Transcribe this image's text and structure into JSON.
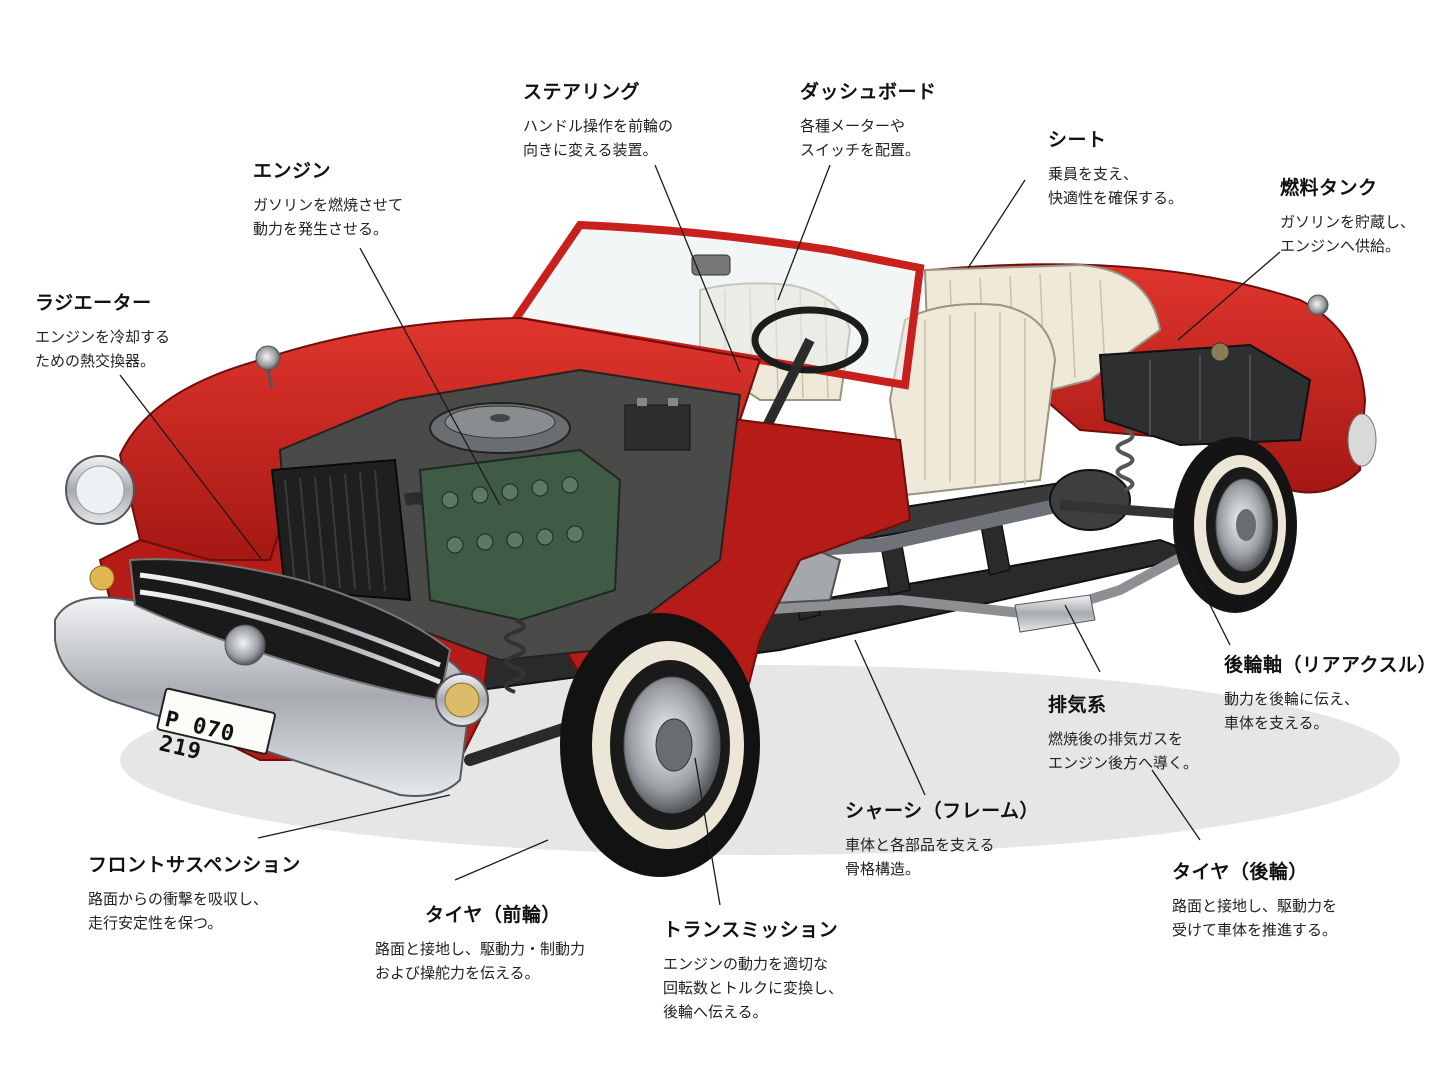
{
  "labels": {
    "steering": {
      "title": "ステアリング",
      "lines": [
        "ハンドル操作を前輪の",
        "向きに変える装置。"
      ]
    },
    "dashboard": {
      "title": "ダッシュボード",
      "lines": [
        "各種メーターや",
        "スイッチを配置。"
      ]
    },
    "seat": {
      "title": "シート",
      "lines": [
        "乗員を支え、",
        "快適性を確保する。"
      ]
    },
    "fuel_tank": {
      "title": "燃料タンク",
      "lines": [
        "ガソリンを貯蔵し、",
        "エンジンへ供給。"
      ]
    },
    "engine": {
      "title": "エンジン",
      "lines": [
        "ガソリンを燃焼させて",
        "動力を発生させる。"
      ]
    },
    "radiator": {
      "title": "ラジエーター",
      "lines": [
        "エンジンを冷却する",
        "ための熱交換器。"
      ]
    },
    "rear_axle": {
      "title": "後輪軸（リアアクスル）",
      "lines": [
        "動力を後輪に伝え、",
        "車体を支える。"
      ]
    },
    "exhaust": {
      "title": "排気系",
      "lines": [
        "燃焼後の排気ガスを",
        "エンジン後方へ導く。"
      ]
    },
    "chassis": {
      "title": "シャーシ（フレーム）",
      "lines": [
        "車体と各部品を支える",
        "骨格構造。"
      ]
    },
    "front_suspension": {
      "title": "フロントサスペンション",
      "lines": [
        "路面からの衝撃を吸収し、",
        "走行安定性を保つ。"
      ]
    },
    "front_tire": {
      "title": "タイヤ（前輪）",
      "lines": [
        "路面と接地し、駆動力・制動力",
        "および操舵力を伝える。"
      ]
    },
    "transmission": {
      "title": "トランスミッション",
      "lines": [
        "エンジンの動力を適切な",
        "回転数とトルクに変換し、",
        "後輪へ伝える。"
      ]
    },
    "rear_tire": {
      "title": "タイヤ（後輪）",
      "lines": [
        "路面と接地し、駆動力を",
        "受けて車体を推進する。"
      ]
    }
  },
  "plate": "P 070 219",
  "colors": {
    "body": "#c8201c",
    "seat": "#efe9da",
    "frame": "#2a2a2a",
    "engine": "#3f5a45",
    "chrome": "#c9ccd0"
  }
}
